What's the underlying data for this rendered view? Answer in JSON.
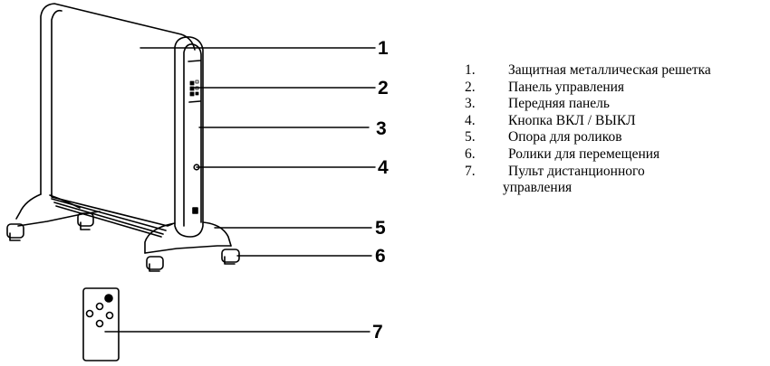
{
  "diagram": {
    "subject": "panel-heater",
    "callouts": [
      {
        "number": "1",
        "target": "protective-grille"
      },
      {
        "number": "2",
        "target": "control-panel"
      },
      {
        "number": "3",
        "target": "front-panel"
      },
      {
        "number": "4",
        "target": "power-button"
      },
      {
        "number": "5",
        "target": "caster-support"
      },
      {
        "number": "6",
        "target": "casters"
      },
      {
        "number": "7",
        "target": "remote-control"
      }
    ]
  },
  "legend": {
    "items": [
      {
        "number": "1.",
        "label": "Защитная металлическая решетка"
      },
      {
        "number": "2.",
        "label": "Панель управления"
      },
      {
        "number": "3.",
        "label": "Передняя панель"
      },
      {
        "number": "4.",
        "label": "Кнопка ВКЛ / ВЫКЛ"
      },
      {
        "number": "5.",
        "label": "Опора для роликов"
      },
      {
        "number": "6.",
        "label": "Ролики для перемещения"
      },
      {
        "number": "7.",
        "label": "Пульт дистанционного",
        "continuation": "управления"
      }
    ]
  }
}
